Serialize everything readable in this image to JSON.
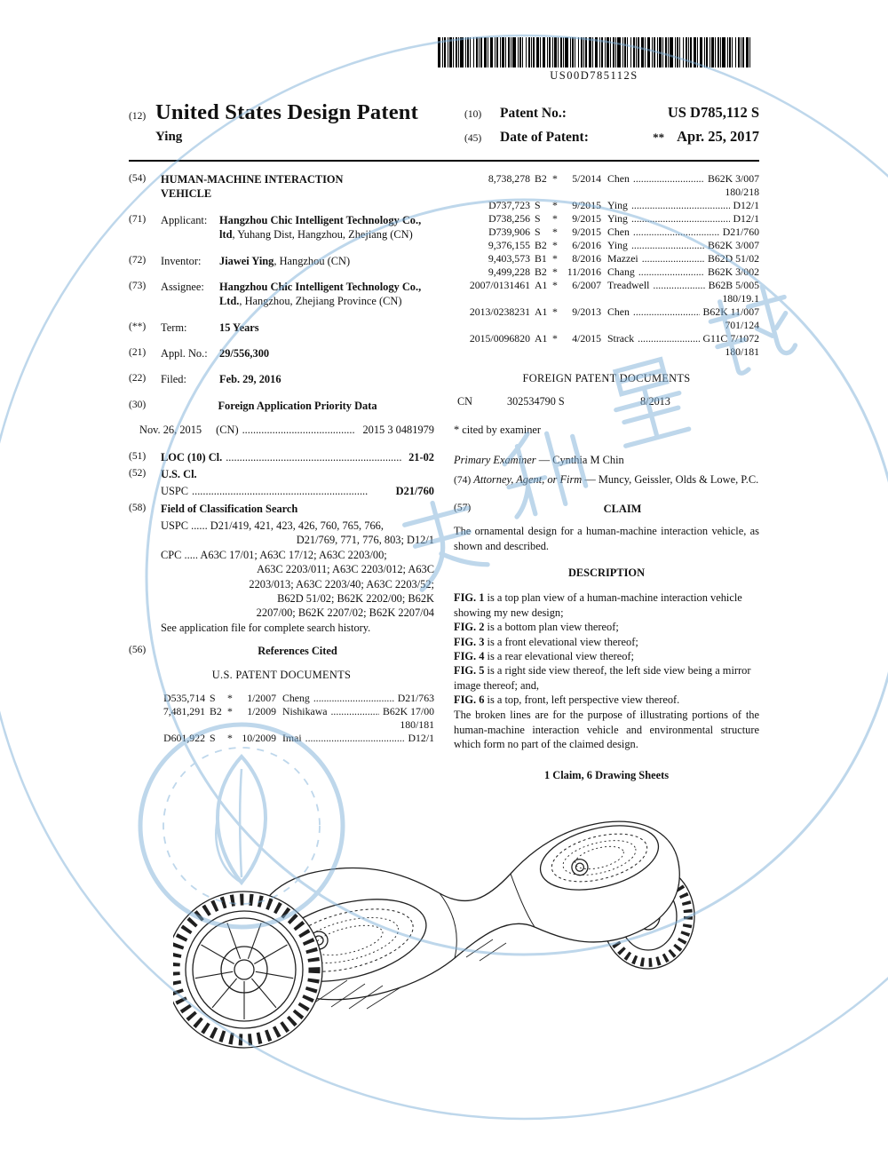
{
  "header": {
    "barcode_text": "US00D785112S",
    "doc_code": "(12)",
    "doc_title": "United States Design Patent",
    "inventor_name": "Ying",
    "patent_no_code": "(10)",
    "patent_no_label": "Patent No.:",
    "patent_no": "US D785,112 S",
    "date_code": "(45)",
    "date_label": "Date of Patent:",
    "date_note": "**",
    "date_value": "Apr. 25, 2017"
  },
  "biblio": {
    "title_code": "(54)",
    "title": "HUMAN-MACHINE INTERACTION VEHICLE",
    "applicant_code": "(71)",
    "applicant_label": "Applicant:",
    "applicant_bold": "Hangzhou Chic Intelligent Technology Co., ltd",
    "applicant_rest": ", Yuhang Dist, Hangzhou, Zhejiang (CN)",
    "inventor_code": "(72)",
    "inventor_label": "Inventor:",
    "inventor_bold": "Jiawei Ying",
    "inventor_rest": ", Hangzhou (CN)",
    "assignee_code": "(73)",
    "assignee_label": "Assignee:",
    "assignee_bold": "Hangzhou Chic Intelligent Technology Co., Ltd.",
    "assignee_rest": ", Hangzhou, Zhejiang Province (CN)",
    "term_code": "(**)",
    "term_label": "Term:",
    "term_value": "15 Years",
    "appl_code": "(21)",
    "appl_label": "Appl. No.:",
    "appl_value": "29/556,300",
    "filed_code": "(22)",
    "filed_label": "Filed:",
    "filed_value": "Feb. 29, 2016",
    "priority_code": "(30)",
    "priority_heading": "Foreign Application Priority Data",
    "priority_date": "Nov. 26, 2015",
    "priority_country": "(CN)",
    "priority_dots": ".........................................",
    "priority_number": "2015 3 0481979",
    "loc_code": "(51)",
    "loc_label": "LOC (10) Cl.",
    "loc_dots": "................................................................",
    "loc_value": "21-02",
    "uscl_code": "(52)",
    "uscl_label": "U.S. Cl.",
    "uspc_line_label": "USPC",
    "uspc_line_dots": "................................................................",
    "uspc_line_value": "D21/760",
    "field_code": "(58)",
    "field_label": "Field of Classification Search",
    "field_lines": [
      {
        "text": "USPC ...... D21/419, 421, 423, 426, 760, 765, 766,",
        "align": "left"
      },
      {
        "text": "D21/769, 771, 776, 803; D12/1",
        "align": "right"
      },
      {
        "text": "CPC ..... A63C 17/01; A63C 17/12; A63C 2203/00;",
        "align": "left"
      },
      {
        "text": "A63C 2203/011; A63C 2203/012; A63C",
        "align": "right"
      },
      {
        "text": "2203/013; A63C 2203/40; A63C 2203/52;",
        "align": "right"
      },
      {
        "text": "B62D 51/02; B62K 2202/00; B62K",
        "align": "right"
      },
      {
        "text": "2207/00; B62K 2207/02; B62K 2207/04",
        "align": "right"
      },
      {
        "text": "See application file for complete search history.",
        "align": "left"
      }
    ],
    "refs_code": "(56)",
    "refs_heading": "References Cited",
    "us_refs_heading": "U.S. PATENT DOCUMENTS"
  },
  "us_refs_left": [
    {
      "num": "D535,714",
      "kind": "S",
      "star": "*",
      "date": "1/2007",
      "name": "Cheng",
      "dots": "......................................",
      "cls": "D21/763",
      "cont": ""
    },
    {
      "num": "7,481,291",
      "kind": "B2",
      "star": "*",
      "date": "1/2009",
      "name": "Nishikawa",
      "dots": "..........................",
      "cls": "B62K 17/00",
      "cont": "180/181"
    },
    {
      "num": "D601,922",
      "kind": "S",
      "star": "*",
      "date": "10/2009",
      "name": "Imai",
      "dots": "..........................................",
      "cls": "D12/1",
      "cont": ""
    }
  ],
  "us_refs_right": [
    {
      "num": "8,738,278",
      "kind": "B2",
      "star": "*",
      "date": "5/2014",
      "name": "Chen",
      "dots": "....................................",
      "cls": "B62K 3/007",
      "cont": "180/218"
    },
    {
      "num": "D737,723",
      "kind": "S",
      "star": "*",
      "date": "9/2015",
      "name": "Ying",
      "dots": "..........................................",
      "cls": "D12/1",
      "cont": ""
    },
    {
      "num": "D738,256",
      "kind": "S",
      "star": "*",
      "date": "9/2015",
      "name": "Ying",
      "dots": "..........................................",
      "cls": "D12/1",
      "cont": ""
    },
    {
      "num": "D739,906",
      "kind": "S",
      "star": "*",
      "date": "9/2015",
      "name": "Chen",
      "dots": "......................................",
      "cls": "D21/760",
      "cont": ""
    },
    {
      "num": "9,376,155",
      "kind": "B2",
      "star": "*",
      "date": "6/2016",
      "name": "Ying",
      "dots": "..................................",
      "cls": "B62K 3/007",
      "cont": ""
    },
    {
      "num": "9,403,573",
      "kind": "B1",
      "star": "*",
      "date": "8/2016",
      "name": "Mazzei",
      "dots": "..............................",
      "cls": "B62D 51/02",
      "cont": ""
    },
    {
      "num": "9,499,228",
      "kind": "B2",
      "star": "*",
      "date": "11/2016",
      "name": "Chang",
      "dots": "..............................",
      "cls": "B62K 3/002",
      "cont": ""
    },
    {
      "num": "2007/0131461",
      "kind": "A1",
      "star": "*",
      "date": "6/2007",
      "name": "Treadwell",
      "dots": "......................",
      "cls": "B62B 5/005",
      "cont": "180/19.1"
    },
    {
      "num": "2013/0238231",
      "kind": "A1",
      "star": "*",
      "date": "9/2013",
      "name": "Chen",
      "dots": "..............................",
      "cls": "B62K 11/007",
      "cont": "701/124"
    },
    {
      "num": "2015/0096820",
      "kind": "A1",
      "star": "*",
      "date": "4/2015",
      "name": "Strack",
      "dots": "..........................",
      "cls": "G11C 7/1072",
      "cont": "180/181"
    }
  ],
  "foreign": {
    "heading": "FOREIGN PATENT DOCUMENTS",
    "rows": [
      {
        "country": "CN",
        "number": "302534790 S",
        "date": "8/2013"
      }
    ],
    "cited_note": "* cited by examiner"
  },
  "people": {
    "examiner_label": "Primary Examiner",
    "examiner_value": "— Cynthia M Chin",
    "attorney_code": "(74)",
    "attorney_label": "Attorney, Agent, or Firm",
    "attorney_value": "— Muncy, Geissler, Olds & Lowe, P.C."
  },
  "claim": {
    "code": "(57)",
    "heading": "CLAIM",
    "text": "The ornamental design for a human-machine interaction vehicle, as shown and described."
  },
  "description": {
    "heading": "DESCRIPTION",
    "figs": [
      {
        "label": "FIG. 1",
        "text": " is a top plan view of a human-machine interaction vehicle showing my new design;"
      },
      {
        "label": "FIG. 2",
        "text": " is a bottom plan view thereof;"
      },
      {
        "label": "FIG. 3",
        "text": " is a front elevational view thereof;"
      },
      {
        "label": "FIG. 4",
        "text": " is a rear elevational view thereof;"
      },
      {
        "label": "FIG. 5",
        "text": " is a right side view thereof, the left side view being a mirror image thereof; and,"
      },
      {
        "label": "FIG. 6",
        "text": " is a top, front, left perspective view thereof."
      }
    ],
    "note": "The broken lines are for the purpose of illustrating portions of the human-machine interaction vehicle and environmental structure which form no part of the claimed design.",
    "sheets_line": "1 Claim, 6 Drawing Sheets"
  },
  "watermark": {
    "color": "#7fb0d8"
  }
}
